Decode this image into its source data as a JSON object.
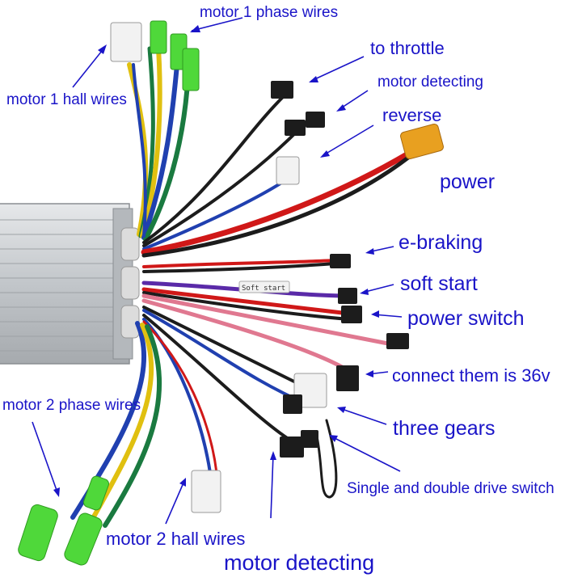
{
  "labels": {
    "motor1_phase_wires": "motor 1 phase wires",
    "motor1_hall_wires": "motor 1 hall wires",
    "to_throttle": "to throttle",
    "motor_detecting_top": "motor detecting",
    "reverse": "reverse",
    "power": "power",
    "e_braking": "e-braking",
    "soft_start": "soft start",
    "power_switch": "power switch",
    "connect_36v": "connect them is 36v",
    "three_gears": "three gears",
    "single_double_drive": "Single and double drive switch",
    "motor2_phase_wires": "motor 2 phase wires",
    "motor2_hall_wires": "motor 2 hall wires",
    "motor_detecting_bottom": "motor detecting"
  },
  "wire_tags": {
    "soft_start_tag": "Soft start"
  },
  "colors": {
    "label_text": "#1a14c8",
    "controller_body": "#c9ccd0",
    "wire_red": "#d01818",
    "wire_black": "#1c1c1c",
    "wire_blue": "#2040b0",
    "wire_yellow": "#e0c010",
    "wire_green": "#1a7a40",
    "wire_pink": "#e07890",
    "wire_purple": "#5a2aa8",
    "phase_cap_green": "#4fd83a",
    "power_connector_orange": "#e8a020"
  }
}
